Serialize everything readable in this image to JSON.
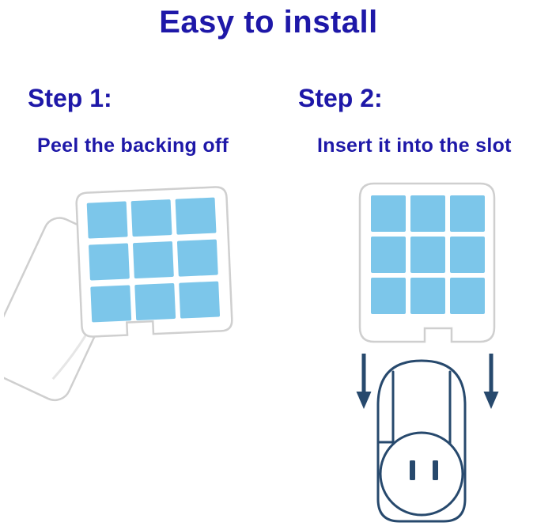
{
  "title": "Easy to install",
  "steps": [
    {
      "heading": "Step 1:",
      "caption": "Peel the backing off"
    },
    {
      "heading": "Step 2:",
      "caption": "Insert it into the slot"
    }
  ],
  "colors": {
    "heading-color": "#1e18a8",
    "pad-blue": "#7cc6ea",
    "outline": "#27496d",
    "card-border": "#cfcfcf"
  }
}
